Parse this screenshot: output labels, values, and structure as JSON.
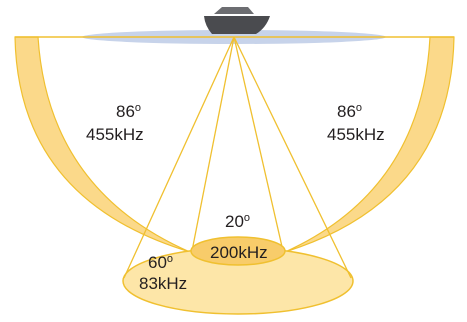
{
  "colors": {
    "beam_line": "#f0c030",
    "beam_fill": "#fbd98a",
    "beam_fill_light": "#fde6a8",
    "beam_fill_inner": "#f8cc6a",
    "water_surface": "#c7d3ea",
    "boat_hull": "#4a4b4f",
    "boat_cabin": "#6c6d71",
    "text": "#231f20"
  },
  "icons": {
    "boat": "boat-icon"
  },
  "beams": {
    "left_side": {
      "angle": "86",
      "degree_symbol": "o",
      "frequency": "455kHz"
    },
    "right_side": {
      "angle": "86",
      "degree_symbol": "o",
      "frequency": "455kHz"
    },
    "narrow_down": {
      "angle": "20",
      "degree_symbol": "o",
      "frequency": "200kHz"
    },
    "wide_down": {
      "angle": "60",
      "degree_symbol": "o",
      "frequency": "83kHz"
    }
  }
}
